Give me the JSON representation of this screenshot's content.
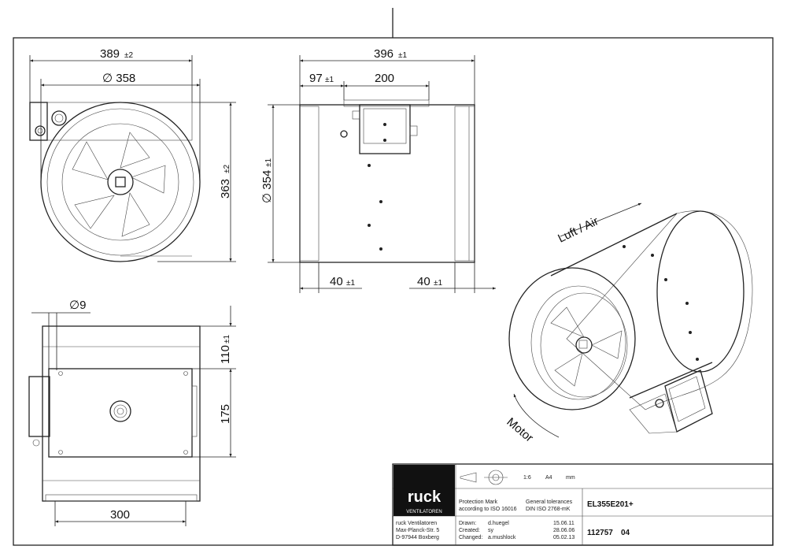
{
  "top_view": {
    "width_label": "389",
    "width_tol": "±2",
    "diameter_label": "∅ 358",
    "height_label": "363",
    "height_tol": "±2"
  },
  "side_view": {
    "length_label": "396",
    "length_tol": "±1",
    "offset_label": "97",
    "offset_tol": "±1",
    "box_label": "200",
    "diameter_label": "∅ 354",
    "diameter_tol": "±1",
    "flange_left_label": "40",
    "flange_left_tol": "±1",
    "flange_right_label": "40",
    "flange_right_tol": "±1"
  },
  "bottom_view": {
    "hole_label": "∅9",
    "top_label": "110",
    "top_tol": "±1",
    "mid_label": "175",
    "base_label": "300"
  },
  "iso_view": {
    "air_label": "Luft / Air",
    "motor_label": "Motor"
  },
  "title_block": {
    "logo_text": "ruck",
    "logo_sub": "VENTILATOREN",
    "scale": "1:6",
    "format": "A4",
    "unit": "mm",
    "protection_line1": "Protection Mark",
    "protection_line2": "according to ISO 16016",
    "tolerance_line1": "General tolerances",
    "tolerance_line2": "DIN ISO 2768-mK",
    "model": "EL355E201+",
    "company_line1": "ruck Ventilatoren",
    "company_line2": "Max-Planck-Str. 5",
    "company_line3": "D-97944 Boxberg",
    "drawn_label": "Drawn:",
    "drawn_by": "d.huegel",
    "drawn_date": "15.06.11",
    "created_label": "Created:",
    "created_by": "sy",
    "created_date": "28.06.06",
    "changed_label": "Changed:",
    "changed_by": "a.mushlock",
    "changed_date": "05.02.13",
    "number": "112757",
    "revision": "04"
  },
  "colors": {
    "line": "#222222",
    "logo_bg": "#111111",
    "logo_fg": "#ffffff"
  }
}
